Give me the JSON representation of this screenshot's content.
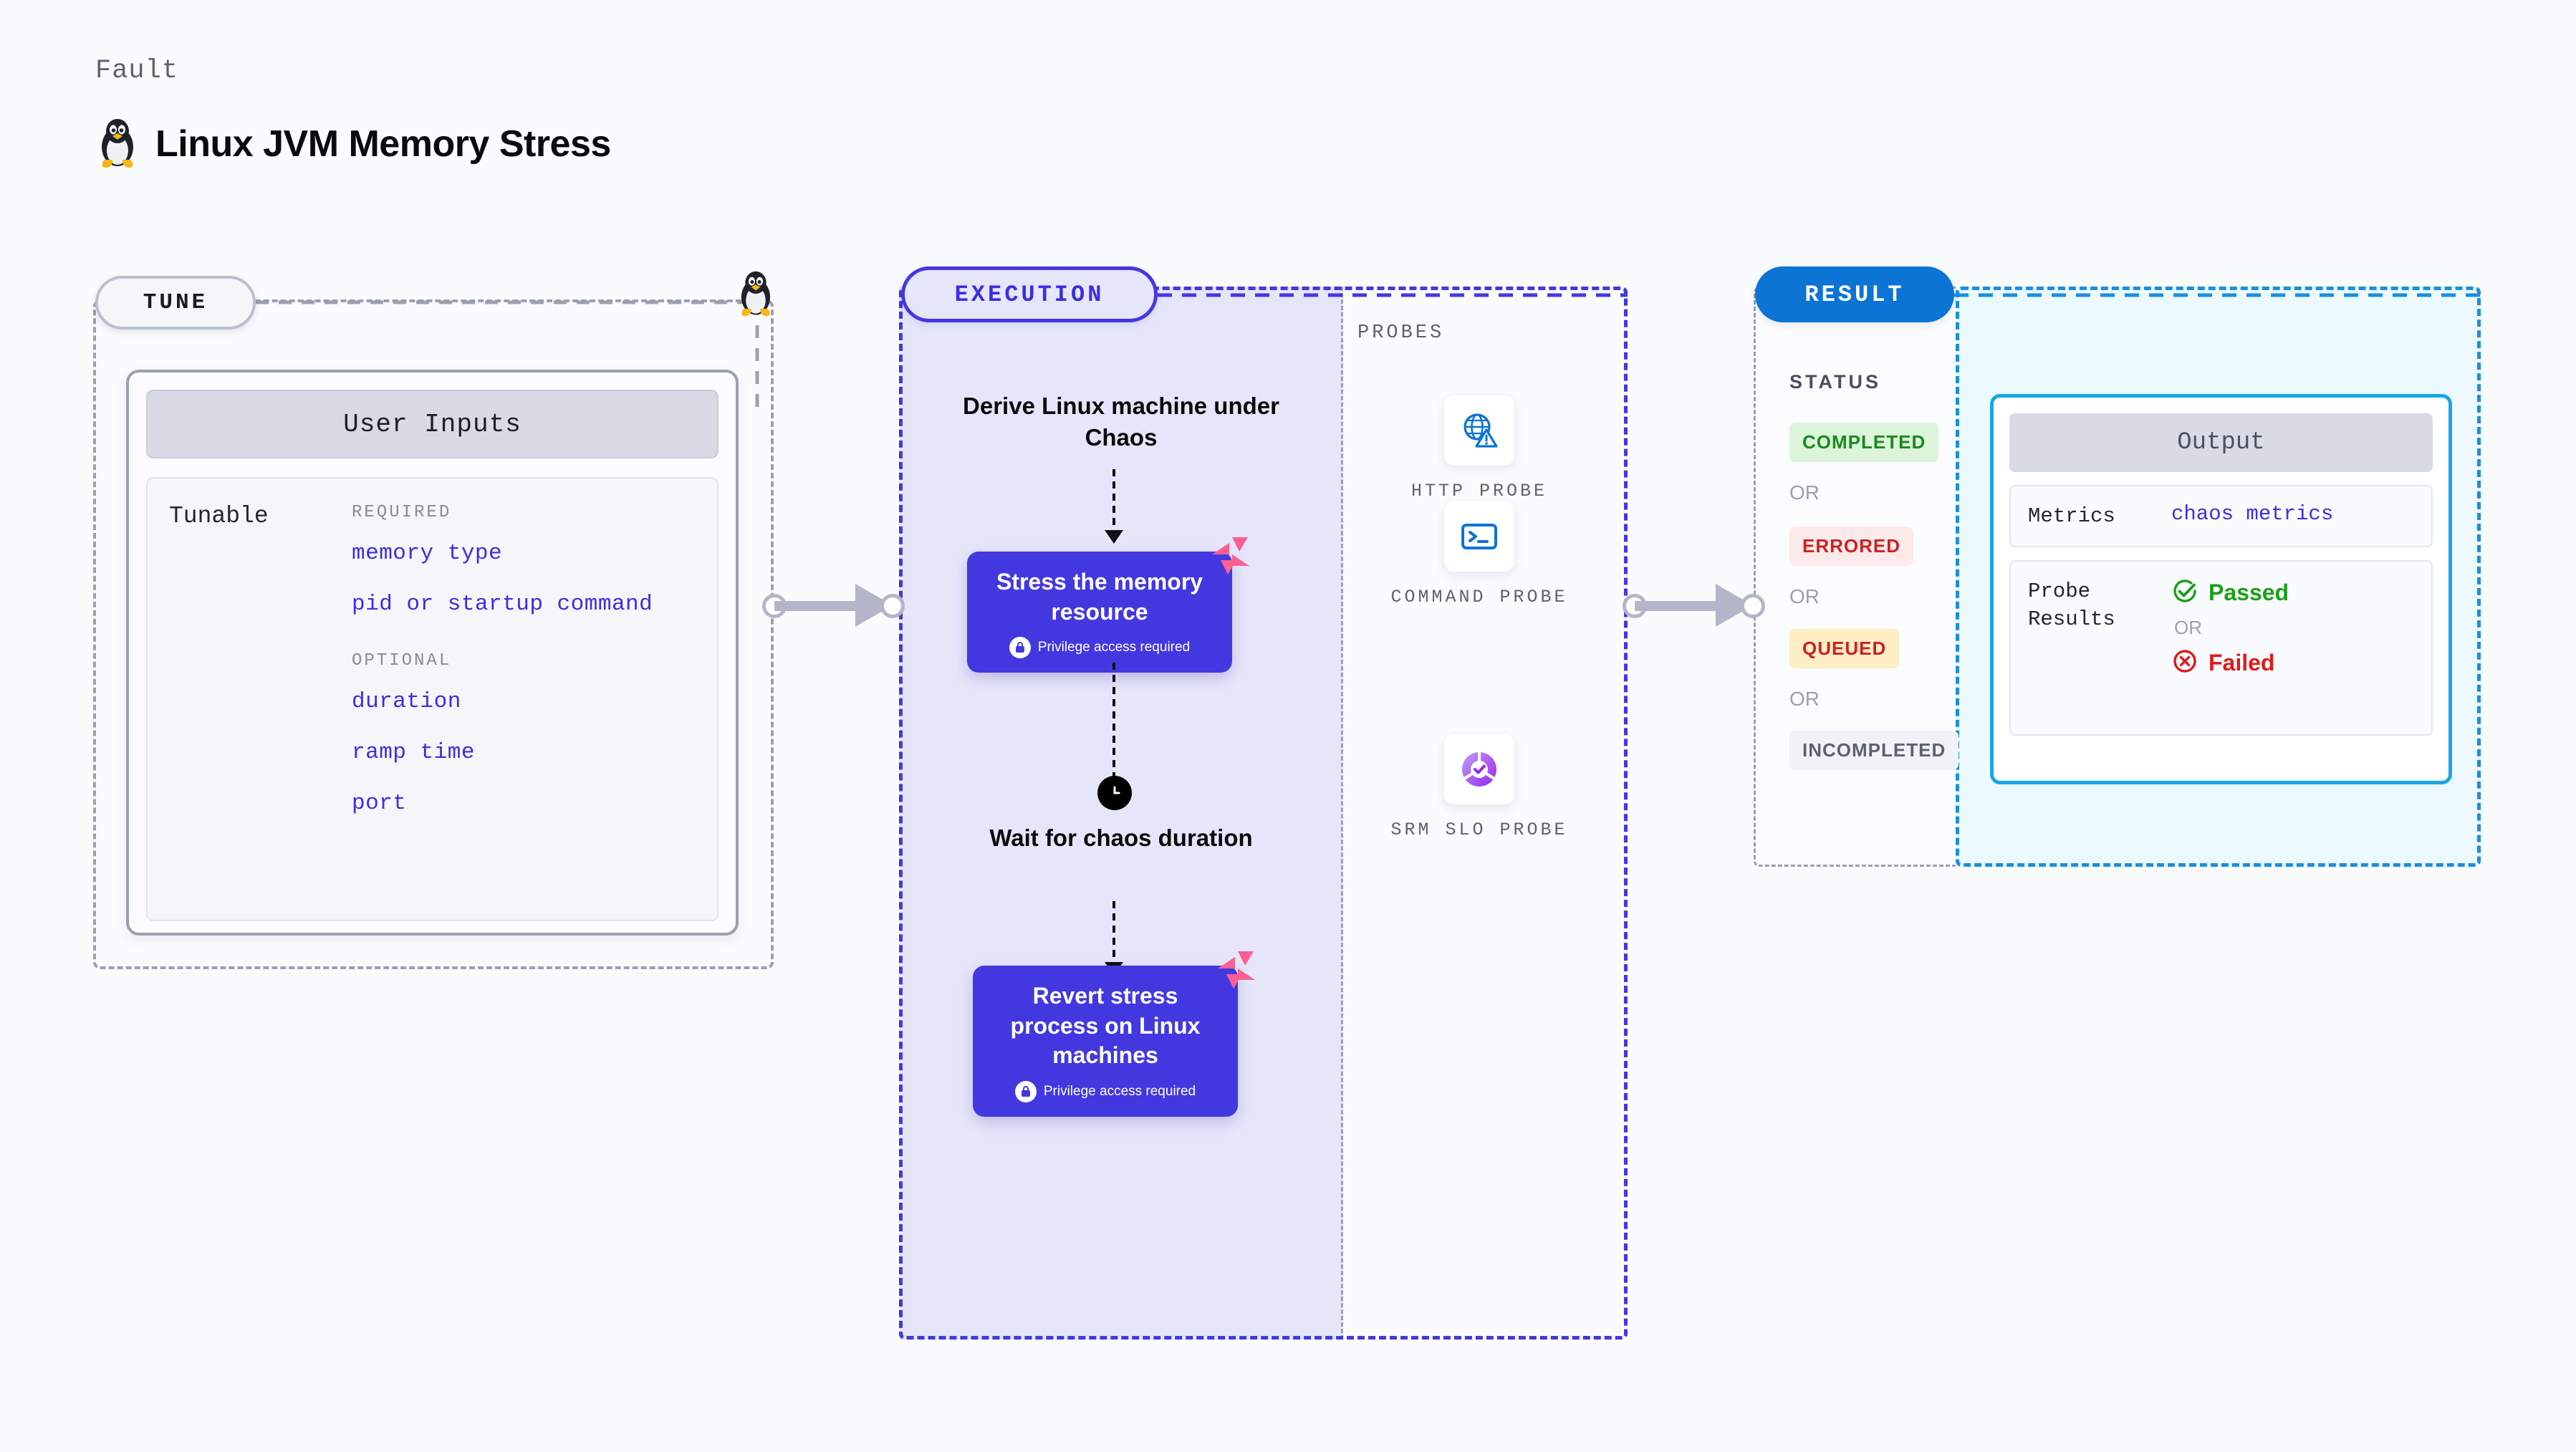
{
  "header": {
    "eyebrow": "Fault",
    "title": "Linux JVM Memory Stress",
    "icon": "linux-tux-icon"
  },
  "tune": {
    "pill_label": "TUNE",
    "card_title": "User Inputs",
    "tunable_label": "Tunable",
    "required_heading": "REQUIRED",
    "optional_heading": "OPTIONAL",
    "required": [
      "memory type",
      "pid or startup command"
    ],
    "optional": [
      "duration",
      "ramp time",
      "port"
    ]
  },
  "execution": {
    "pill_label": "EXECUTION",
    "steps": [
      {
        "type": "text",
        "label": "Derive Linux machine under Chaos"
      },
      {
        "type": "card",
        "label": "Stress the memory resource",
        "privilege": "Privilege access required"
      },
      {
        "type": "wait",
        "label": "Wait for chaos duration",
        "icon": "clock-icon"
      },
      {
        "type": "card",
        "label": "Revert stress process on Linux machines",
        "privilege": "Privilege access required"
      }
    ]
  },
  "probes": {
    "title": "PROBES",
    "items": [
      {
        "label": "HTTP PROBE",
        "icon": "globe-warning-icon"
      },
      {
        "label": "COMMAND PROBE",
        "icon": "terminal-icon"
      },
      {
        "label": "SRM SLO PROBE",
        "icon": "slo-donut-check-icon"
      }
    ]
  },
  "result": {
    "pill_label": "RESULT",
    "status_title": "STATUS",
    "or_label": "OR",
    "statuses": [
      {
        "label": "COMPLETED",
        "bg": "#dcf3dc",
        "fg": "#1a8a1a"
      },
      {
        "label": "ERRORED",
        "bg": "#fdeaea",
        "fg": "#cc2121"
      },
      {
        "label": "QUEUED",
        "bg": "#fdeec4",
        "fg": "#cc2121"
      },
      {
        "label": "INCOMPLETED",
        "bg": "#f1f2f7",
        "fg": "#5b6272"
      }
    ],
    "output": {
      "card_title": "Output",
      "metrics_label": "Metrics",
      "metrics_value": "chaos metrics",
      "probe_results_label": "Probe Results",
      "passed_label": "Passed",
      "failed_label": "Failed",
      "or_label": "OR"
    }
  },
  "colors": {
    "accent_indigo": "#4338e0",
    "accent_blue": "#0b74d4",
    "accent_cyan": "#18a6e8",
    "flag_pink": "#fb5f91",
    "pass_green": "#1aa01a",
    "fail_red": "#e01b1b"
  }
}
